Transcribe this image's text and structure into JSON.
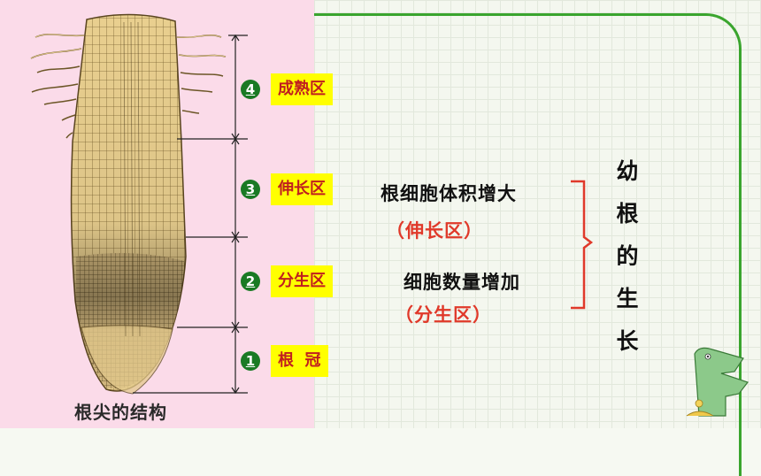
{
  "diagram": {
    "caption": "根尖的结构",
    "zones": [
      {
        "number": "4",
        "label": "成熟区"
      },
      {
        "number": "3",
        "label": "伸长区"
      },
      {
        "number": "2",
        "label": "分生区"
      },
      {
        "number": "1",
        "label": "根  冠"
      }
    ]
  },
  "explanation": {
    "line1": "根细胞体积增大",
    "line1_note": "（伸长区）",
    "line2": "细胞数量增加",
    "line2_note": "（分生区）",
    "vertical_title": [
      "幼",
      "根",
      "的",
      "生",
      "长"
    ]
  },
  "colors": {
    "accent_green": "#3aa52e",
    "label_bg": "#ffff00",
    "label_text": "#c01f1f",
    "note_red": "#e0392a",
    "bracket_red": "#e0392a"
  }
}
